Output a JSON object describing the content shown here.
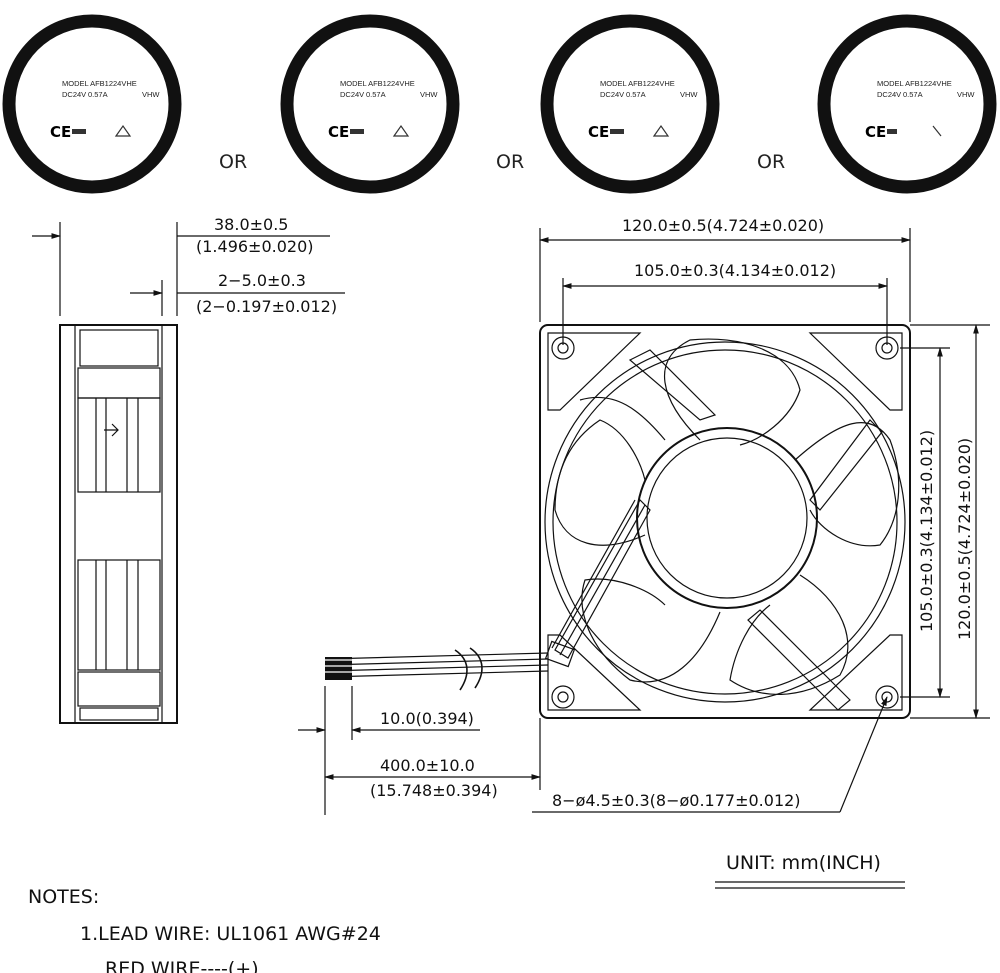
{
  "labels": {
    "model": "MODEL AFB1224VHE",
    "rating_voltage": "DC24V",
    "rating_current": "0.57A",
    "rating_code": "VHW",
    "ce_mark": "CE"
  },
  "separator": "OR",
  "dimensions": {
    "depth": "38.0±0.5",
    "depth_inch": "(1.496±0.020)",
    "flange": "2−5.0±0.3",
    "flange_inch": "(2−0.197±0.012)",
    "width": "120.0±0.5(4.724±0.020)",
    "hole_spacing": "105.0±0.3(4.134±0.012)",
    "height": "120.0±0.5(4.724±0.020)",
    "hole_spacing_vertical": "105.0±0.3(4.134±0.012)",
    "strip": "10.0(0.394)",
    "lead_length": "400.0±10.0",
    "lead_length_inch": "(15.748±0.394)",
    "holes": "8−ø4.5±0.3(8−ø0.177±0.012)"
  },
  "unit": "UNIT:  mm(INCH)",
  "notes": {
    "title": "NOTES:",
    "line1": "1.LEAD WIRE:  UL1061  AWG#24",
    "line2": "RED WIRE----(+)"
  }
}
